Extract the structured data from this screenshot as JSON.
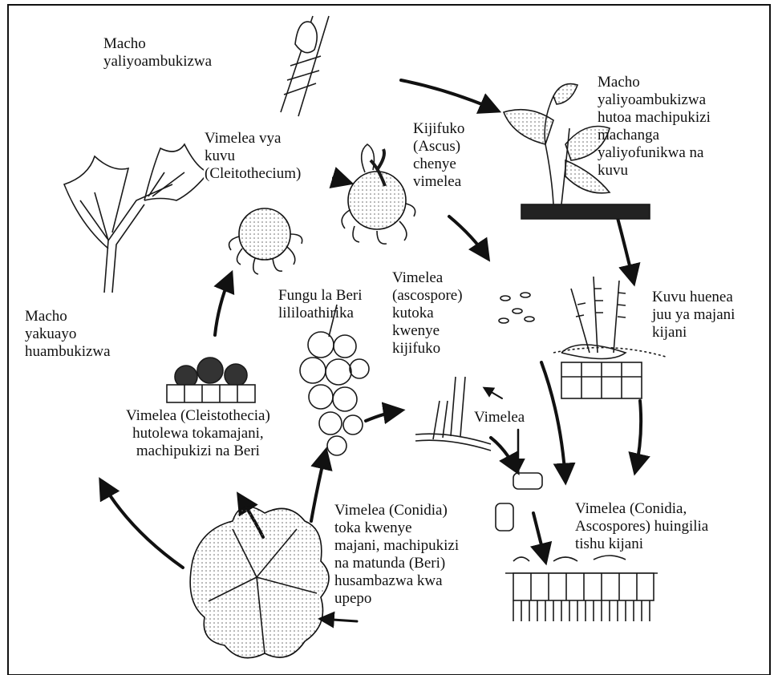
{
  "diagram": {
    "stroke_color": "#1a1a1a",
    "background": "#ffffff",
    "labels": {
      "infected_buds": "Macho\nyaliyoambukizwa",
      "shoots": "Macho\nyaliyoambukizwa\nhutoa machipukizi\nmachanga\nyaliyofunikwa na\nkuvu",
      "ascus": "Kijifuko\n(Ascus)\nchenye\nvimelea",
      "cleistothecium": "Vimelea vya\nkuvu\n(Cleitothecium)",
      "mycelium": "Kuvu huenea\njuu ya majani\nkijani",
      "berry": "Fungu la Beri\nlililoathirika",
      "ascospore": "Vimelea\n(ascospore)\nkutoka\nkwenye\nkijifuko",
      "buds_infected": "Macho\nyakuayo\nhuambukizwa",
      "spores": "Vimelea",
      "cleistothecia_released": "Vimelea (Cleistothecia)\nhutolewa tokamajani,\nmachipukizi na Beri",
      "penetrate": "Vimelea (Conidia,\nAscospores) huingilia\ntishu kijani",
      "conidia_wind": "Vimelea (Conidia)\ntoka kwenye\nmajani, machipukizi\nna matunda (Beri)\nhusambazwa kwa\nupepo"
    }
  }
}
